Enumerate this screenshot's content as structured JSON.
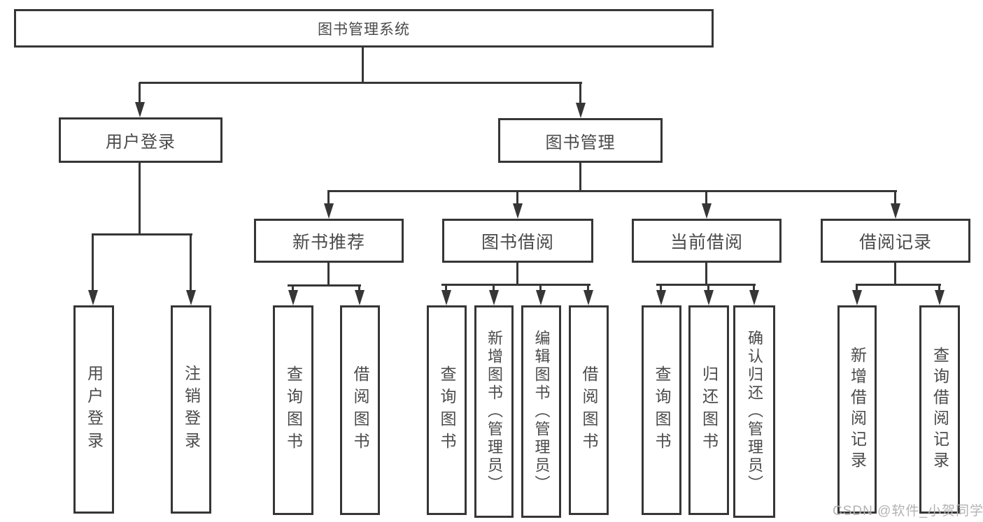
{
  "root": {
    "label": "图书管理系统"
  },
  "branches": {
    "user_login": {
      "label": "用户登录",
      "children": [
        "用户登录",
        "注销登录"
      ]
    },
    "book_mgmt": {
      "label": "图书管理"
    }
  },
  "modules": [
    {
      "label": "新书推荐",
      "children": [
        "查询图书",
        "借阅图书"
      ]
    },
    {
      "label": "图书借阅",
      "children": [
        "查询图书",
        "新增图书（管理员）",
        "编辑图书（管理员）",
        "借阅图书"
      ]
    },
    {
      "label": "当前借阅",
      "children": [
        "查询图书",
        "归还图书",
        "确认归还（管理员）"
      ]
    },
    {
      "label": "借阅记录",
      "children": [
        "新增借阅记录",
        "查询借阅记录"
      ]
    }
  ],
  "watermark": "CSDN @软件_小贺同学",
  "colors": {
    "line": "#363636",
    "text": "#4a4a4a",
    "watermark": "#b3b3b3",
    "background": "#ffffff"
  }
}
